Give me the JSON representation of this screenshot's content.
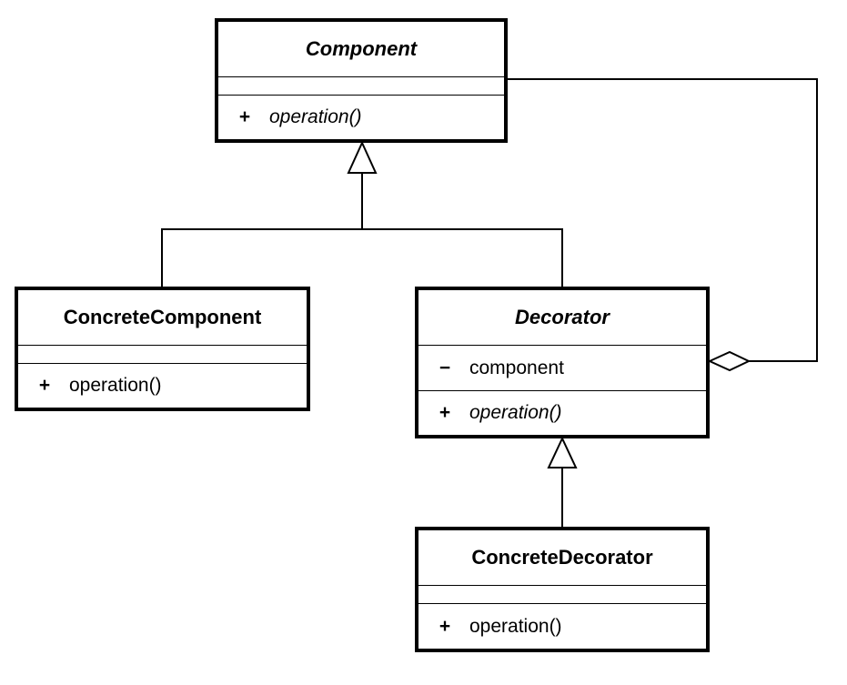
{
  "classes": {
    "component": {
      "name": "Component",
      "abstract": true,
      "operation": {
        "visibility": "+",
        "signature": "operation()",
        "abstract": true
      }
    },
    "concrete_component": {
      "name": "ConcreteComponent",
      "abstract": false,
      "operation": {
        "visibility": "+",
        "signature": "operation()",
        "abstract": false
      }
    },
    "decorator": {
      "name": "Decorator",
      "abstract": true,
      "attribute": {
        "visibility": "−",
        "name": "component"
      },
      "operation": {
        "visibility": "+",
        "signature": "operation()",
        "abstract": true
      }
    },
    "concrete_decorator": {
      "name": "ConcreteDecorator",
      "abstract": false,
      "operation": {
        "visibility": "+",
        "signature": "operation()",
        "abstract": false
      }
    }
  },
  "relationships": [
    {
      "type": "generalization",
      "from": "ConcreteComponent",
      "to": "Component"
    },
    {
      "type": "generalization",
      "from": "Decorator",
      "to": "Component"
    },
    {
      "type": "generalization",
      "from": "ConcreteDecorator",
      "to": "Decorator"
    },
    {
      "type": "aggregation",
      "whole": "Decorator",
      "part": "Component"
    }
  ],
  "colors": {
    "line": "#000000",
    "background": "#ffffff"
  }
}
